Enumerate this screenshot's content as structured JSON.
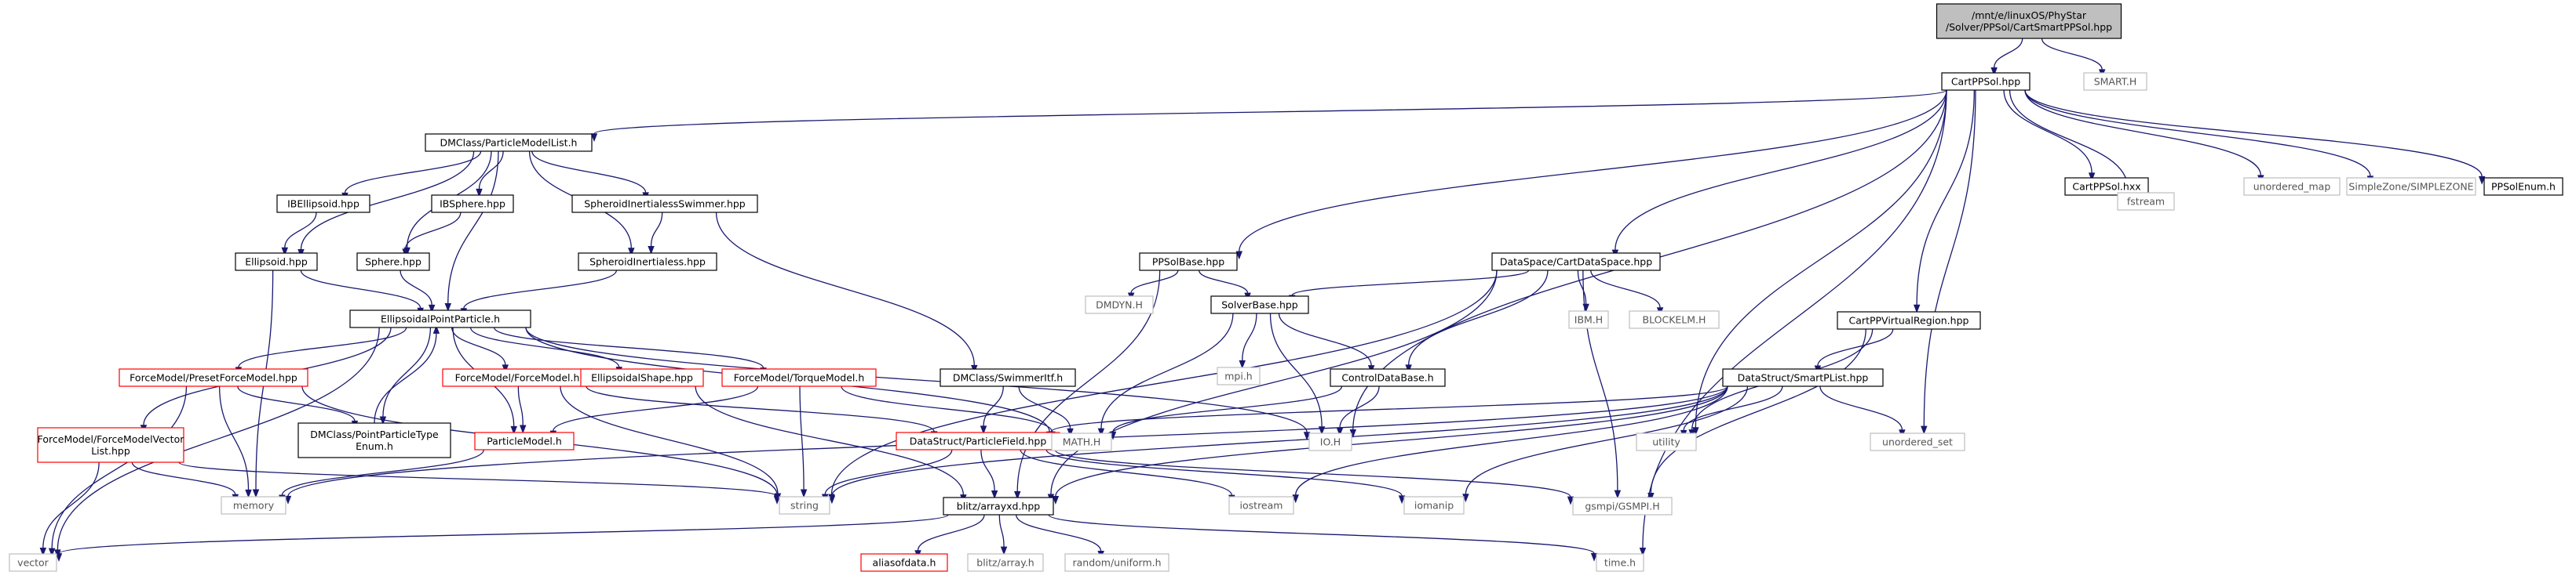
{
  "colors": {
    "edge": "#191970",
    "root_fill": "#bfbfbf",
    "normal": "#000000",
    "red": "#ff0000",
    "gray": "#bfbfbf",
    "text_gray": "#555555"
  },
  "nodes": [
    {
      "id": "root",
      "lines": [
        "/mnt/e/linuxOS/PhyStar",
        "/Solver/PPSol/CartSmartPPSol.hpp"
      ],
      "style": "root"
    },
    {
      "id": "smart",
      "lines": [
        "SMART.H"
      ],
      "style": "gray"
    },
    {
      "id": "cartppsol",
      "lines": [
        "CartPPSol.hpp"
      ],
      "style": "normal"
    },
    {
      "id": "dmlist",
      "lines": [
        "DMClass/ParticleModelList.h"
      ],
      "style": "normal"
    },
    {
      "id": "cartppsolhxx",
      "lines": [
        "CartPPSol.hxx"
      ],
      "style": "normal"
    },
    {
      "id": "unordered_map",
      "lines": [
        "unordered_map"
      ],
      "style": "gray"
    },
    {
      "id": "simplezone",
      "lines": [
        "SimpleZone/SIMPLEZONE"
      ],
      "style": "gray"
    },
    {
      "id": "ppsolenum",
      "lines": [
        "PPSolEnum.h"
      ],
      "style": "normal"
    },
    {
      "id": "fstream",
      "lines": [
        "fstream"
      ],
      "style": "gray"
    },
    {
      "id": "ibellipsoid",
      "lines": [
        "IBEllipsoid.hpp"
      ],
      "style": "normal"
    },
    {
      "id": "ibsphere",
      "lines": [
        "IBSphere.hpp"
      ],
      "style": "normal"
    },
    {
      "id": "spheroidswimmer",
      "lines": [
        "SpheroidInertialessSwimmer.hpp"
      ],
      "style": "normal"
    },
    {
      "id": "ellipsoid",
      "lines": [
        "Ellipsoid.hpp"
      ],
      "style": "normal"
    },
    {
      "id": "sphere",
      "lines": [
        "Sphere.hpp"
      ],
      "style": "normal"
    },
    {
      "id": "spheroidinert",
      "lines": [
        "SpheroidInertialess.hpp"
      ],
      "style": "normal"
    },
    {
      "id": "ppsolbase",
      "lines": [
        "PPSolBase.hpp"
      ],
      "style": "normal"
    },
    {
      "id": "dmdyn",
      "lines": [
        "DMDYN.H"
      ],
      "style": "gray"
    },
    {
      "id": "cartdataspace",
      "lines": [
        "DataSpace/CartDataSpace.hpp"
      ],
      "style": "normal"
    },
    {
      "id": "ibm",
      "lines": [
        "IBM.H"
      ],
      "style": "gray"
    },
    {
      "id": "blockelm",
      "lines": [
        "BLOCKELM.H"
      ],
      "style": "gray"
    },
    {
      "id": "cartppvirtual",
      "lines": [
        "CartPPVirtualRegion.hpp"
      ],
      "style": "normal"
    },
    {
      "id": "solverbase",
      "lines": [
        "SolverBase.hpp"
      ],
      "style": "normal"
    },
    {
      "id": "ellpoint",
      "lines": [
        "EllipsoidalPointParticle.h"
      ],
      "style": "normal"
    },
    {
      "id": "mpih",
      "lines": [
        "mpi.h"
      ],
      "style": "gray"
    },
    {
      "id": "controldatabase",
      "lines": [
        "ControlDataBase.h"
      ],
      "style": "normal"
    },
    {
      "id": "smartplist",
      "lines": [
        "DataStruct/SmartPList.hpp"
      ],
      "style": "normal"
    },
    {
      "id": "presetforce",
      "lines": [
        "ForceModel/PresetForceModel.hpp"
      ],
      "style": "red"
    },
    {
      "id": "forcemodel",
      "lines": [
        "ForceModel/ForceModel.h"
      ],
      "style": "red"
    },
    {
      "id": "ellshape",
      "lines": [
        "EllipsoidalShape.hpp"
      ],
      "style": "red"
    },
    {
      "id": "torquemodel",
      "lines": [
        "ForceModel/TorqueModel.h"
      ],
      "style": "red"
    },
    {
      "id": "swimmeritf",
      "lines": [
        "DMClass/SwimmerItf.h"
      ],
      "style": "normal"
    },
    {
      "id": "forcevector",
      "lines": [
        "ForceModel/ForceModelVector",
        "List.hpp"
      ],
      "style": "red"
    },
    {
      "id": "pointtype",
      "lines": [
        "DMClass/PointParticleType",
        "Enum.h"
      ],
      "style": "normal"
    },
    {
      "id": "particlemodel",
      "lines": [
        "ParticleModel.h"
      ],
      "style": "red"
    },
    {
      "id": "particlefield",
      "lines": [
        "DataStruct/ParticleField.hpp"
      ],
      "style": "red"
    },
    {
      "id": "mathh",
      "lines": [
        "MATH.H"
      ],
      "style": "gray"
    },
    {
      "id": "ioh",
      "lines": [
        "IO.H"
      ],
      "style": "gray"
    },
    {
      "id": "utility",
      "lines": [
        "utility"
      ],
      "style": "gray"
    },
    {
      "id": "unordered_set",
      "lines": [
        "unordered_set"
      ],
      "style": "gray"
    },
    {
      "id": "memory",
      "lines": [
        "memory"
      ],
      "style": "gray"
    },
    {
      "id": "string",
      "lines": [
        "string"
      ],
      "style": "gray"
    },
    {
      "id": "blitzarray",
      "lines": [
        "blitz/arrayxd.hpp"
      ],
      "style": "normal"
    },
    {
      "id": "iostream",
      "lines": [
        "iostream"
      ],
      "style": "gray"
    },
    {
      "id": "iomanip",
      "lines": [
        "iomanip"
      ],
      "style": "gray"
    },
    {
      "id": "gsmpi",
      "lines": [
        "gsmpi/GSMPI.H"
      ],
      "style": "gray"
    },
    {
      "id": "vector",
      "lines": [
        "vector"
      ],
      "style": "gray"
    },
    {
      "id": "aliasofdata",
      "lines": [
        "aliasofdata.h"
      ],
      "style": "red"
    },
    {
      "id": "blitzarrayh",
      "lines": [
        "blitz/array.h"
      ],
      "style": "gray"
    },
    {
      "id": "randomuniform",
      "lines": [
        "random/uniform.h"
      ],
      "style": "gray"
    },
    {
      "id": "timeh",
      "lines": [
        "time.h"
      ],
      "style": "gray"
    }
  ],
  "edges": [
    [
      "root",
      "cartppsol"
    ],
    [
      "root",
      "smart"
    ],
    [
      "cartppsol",
      "dmlist"
    ],
    [
      "cartppsol",
      "cartppsolhxx"
    ],
    [
      "cartppsol",
      "unordered_map"
    ],
    [
      "cartppsol",
      "simplezone"
    ],
    [
      "cartppsol",
      "ppsolenum"
    ],
    [
      "cartppsol",
      "fstream"
    ],
    [
      "cartppsol",
      "ppsolbase"
    ],
    [
      "cartppsol",
      "cartdataspace"
    ],
    [
      "cartppsol",
      "cartppvirtual"
    ],
    [
      "cartppsol",
      "utility"
    ],
    [
      "cartppsol",
      "unordered_set"
    ],
    [
      "cartppsol",
      "ioh"
    ],
    [
      "cartppsol",
      "timeh"
    ],
    [
      "cartppsolhxx",
      "fstream"
    ],
    [
      "dmlist",
      "ibellipsoid"
    ],
    [
      "dmlist",
      "ibsphere"
    ],
    [
      "dmlist",
      "spheroidswimmer"
    ],
    [
      "dmlist",
      "ellipsoid"
    ],
    [
      "dmlist",
      "sphere"
    ],
    [
      "dmlist",
      "spheroidinert"
    ],
    [
      "dmlist",
      "ellpoint"
    ],
    [
      "ibellipsoid",
      "ellipsoid"
    ],
    [
      "ibsphere",
      "sphere"
    ],
    [
      "spheroidswimmer",
      "spheroidinert"
    ],
    [
      "spheroidswimmer",
      "swimmeritf"
    ],
    [
      "ellipsoid",
      "ellpoint"
    ],
    [
      "ellipsoid",
      "memory"
    ],
    [
      "sphere",
      "ellpoint"
    ],
    [
      "spheroidinert",
      "ellpoint"
    ],
    [
      "ppsolbase",
      "dmdyn"
    ],
    [
      "ppsolbase",
      "solverbase"
    ],
    [
      "ppsolbase",
      "blitzarray"
    ],
    [
      "cartdataspace",
      "solverbase"
    ],
    [
      "cartdataspace",
      "ibm"
    ],
    [
      "cartdataspace",
      "blockelm"
    ],
    [
      "cartdataspace",
      "controldatabase"
    ],
    [
      "cartdataspace",
      "gsmpi"
    ],
    [
      "cartdataspace",
      "string"
    ],
    [
      "cartdataspace",
      "blitzarray"
    ],
    [
      "cartppvirtual",
      "smartplist"
    ],
    [
      "cartppvirtual",
      "utility"
    ],
    [
      "cartppvirtual",
      "gsmpi"
    ],
    [
      "solverbase",
      "mpih"
    ],
    [
      "solverbase",
      "controldatabase"
    ],
    [
      "solverbase",
      "ioh"
    ],
    [
      "solverbase",
      "mathh"
    ],
    [
      "controldatabase",
      "ioh"
    ],
    [
      "controldatabase",
      "mathh"
    ],
    [
      "ellpoint",
      "presetforce"
    ],
    [
      "ellpoint",
      "forcemodel"
    ],
    [
      "ellpoint",
      "ellshape"
    ],
    [
      "ellpoint",
      "torquemodel"
    ],
    [
      "ellpoint",
      "forcevector"
    ],
    [
      "ellpoint",
      "pointtype"
    ],
    [
      "ellpoint",
      "particlemodel"
    ],
    [
      "ellpoint",
      "mathh"
    ],
    [
      "ellpoint",
      "ioh"
    ],
    [
      "ellpoint",
      "vector"
    ],
    [
      "presetforce",
      "pointtype"
    ],
    [
      "presetforce",
      "memory"
    ],
    [
      "presetforce",
      "string"
    ],
    [
      "presetforce",
      "vector"
    ],
    [
      "forcemodel",
      "particlemodel"
    ],
    [
      "forcemodel",
      "string"
    ],
    [
      "forcemodel",
      "particlefield"
    ],
    [
      "ellshape",
      "blitzarray"
    ],
    [
      "torquemodel",
      "particlemodel"
    ],
    [
      "torquemodel",
      "string"
    ],
    [
      "torquemodel",
      "mathh"
    ],
    [
      "swimmeritf",
      "particlefield"
    ],
    [
      "swimmeritf",
      "mathh"
    ],
    [
      "forcevector",
      "memory"
    ],
    [
      "forcevector",
      "vector"
    ],
    [
      "forcevector",
      "string"
    ],
    [
      "pointtype",
      "ellpoint"
    ],
    [
      "particlemodel",
      "memory"
    ],
    [
      "particlefield",
      "blitzarray"
    ],
    [
      "particlefield",
      "string"
    ],
    [
      "particlefield",
      "iostream"
    ],
    [
      "particlefield",
      "iomanip"
    ],
    [
      "particlefield",
      "gsmpi"
    ],
    [
      "smartplist",
      "particlefield"
    ],
    [
      "smartplist",
      "utility"
    ],
    [
      "smartplist",
      "unordered_set"
    ],
    [
      "smartplist",
      "memory"
    ],
    [
      "smartplist",
      "string"
    ],
    [
      "smartplist",
      "blitzarray"
    ],
    [
      "smartplist",
      "iostream"
    ],
    [
      "smartplist",
      "iomanip"
    ],
    [
      "blitzarray",
      "aliasofdata"
    ],
    [
      "blitzarray",
      "blitzarrayh"
    ],
    [
      "blitzarray",
      "randomuniform"
    ],
    [
      "blitzarray",
      "vector"
    ],
    [
      "blitzarray",
      "timeh"
    ]
  ]
}
